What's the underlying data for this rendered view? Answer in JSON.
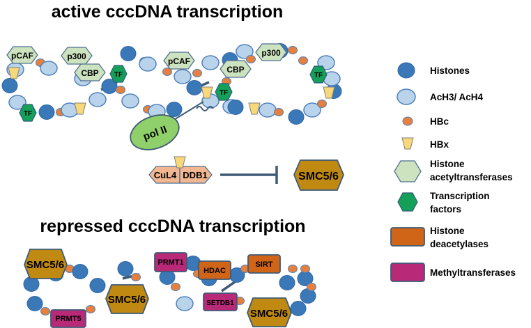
{
  "titles": {
    "active": "active cccDNA transcription",
    "repressed": "repressed cccDNA transcription"
  },
  "labels": {
    "pcaf": "pCAF",
    "p300": "p300",
    "cbp": "CBP",
    "tf": "TF",
    "pol2": "pol II",
    "cul4": "CuL4",
    "ddb1": "DDB1",
    "smc": "SMC5/6",
    "prmt1": "PRMT1",
    "prmt5": "PRMT5",
    "hdac": "HDAC",
    "sirt": "SIRT",
    "setdb1": "SETDB1"
  },
  "legend": {
    "histones": "Histones",
    "ach": "AcH3/ AcH4",
    "hbc": "HBc",
    "hbx": "HBx",
    "hat_1": "Histone",
    "hat_2": "acetyltransferases",
    "tf_1": "Transcription",
    "tf_2": "factors",
    "hdac_1": "Histone",
    "hdac_2": "deacetylases",
    "meth": "Methyltransferases"
  },
  "colors": {
    "histone": "#3a78b8",
    "acetylated_histone": "#b9d3ea",
    "hbc": "#e6803c",
    "hbx": "#f8d878",
    "histone_acetyltransferase": "#cde3c0",
    "transcription_factor": "#15a05a",
    "smc5_6": "#c08a12",
    "histone_deacetylase": "#d06518",
    "methyltransferase": "#b82a78",
    "pol_ii": "#8fd06a"
  }
}
